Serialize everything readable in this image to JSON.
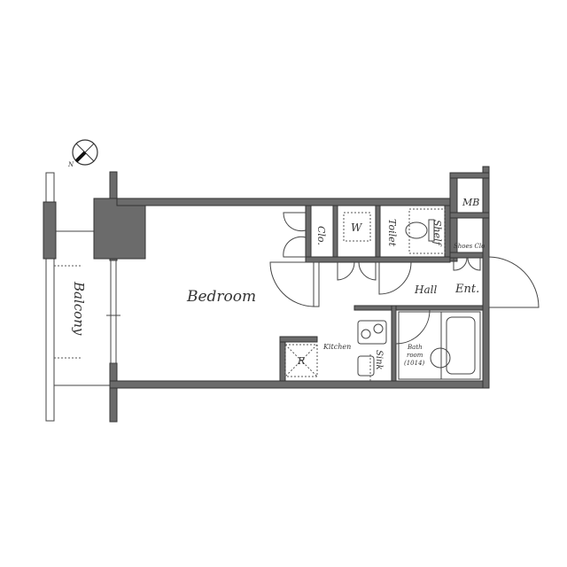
{
  "floor_plan": {
    "compass": {
      "label": "N"
    },
    "rooms": {
      "bedroom": "Bedroom",
      "closet": "Clo.",
      "washer": "W",
      "toilet": "Toilet",
      "shelf": "Shelf",
      "meter_box": "MB",
      "shoes_closet": "Shoes Clo",
      "hall": "Hall",
      "entrance": "Ent.",
      "kitchen": "Kitchen",
      "refrigerator": "R",
      "sink": "Sink",
      "bathroom_line1": "Bath",
      "bathroom_line2": "room",
      "bathroom_size": "(1014)",
      "balcony": "Balcony"
    },
    "colors": {
      "wall": "#6b6b6b",
      "line": "#444444"
    }
  }
}
